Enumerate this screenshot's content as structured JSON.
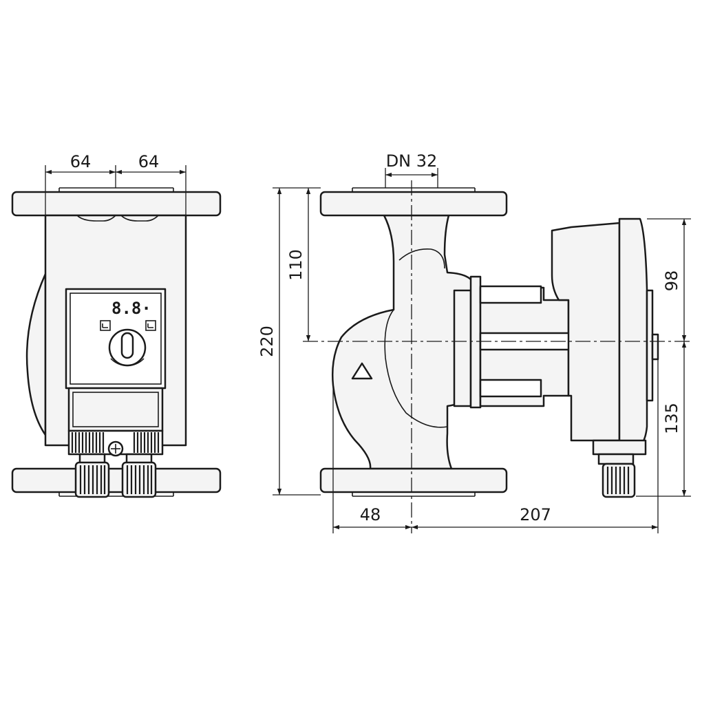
{
  "drawing": {
    "display_readout": "8.8·",
    "dimensions": {
      "front_left_half": "64",
      "front_right_half": "64",
      "nominal_diameter": "DN 32",
      "axis_to_top_flange": "110",
      "flange_to_flange": "220",
      "axis_to_head_top": "98",
      "axis_to_head_bottom": "135",
      "inlet_to_axis": "48",
      "axis_to_head_end": "207"
    }
  }
}
